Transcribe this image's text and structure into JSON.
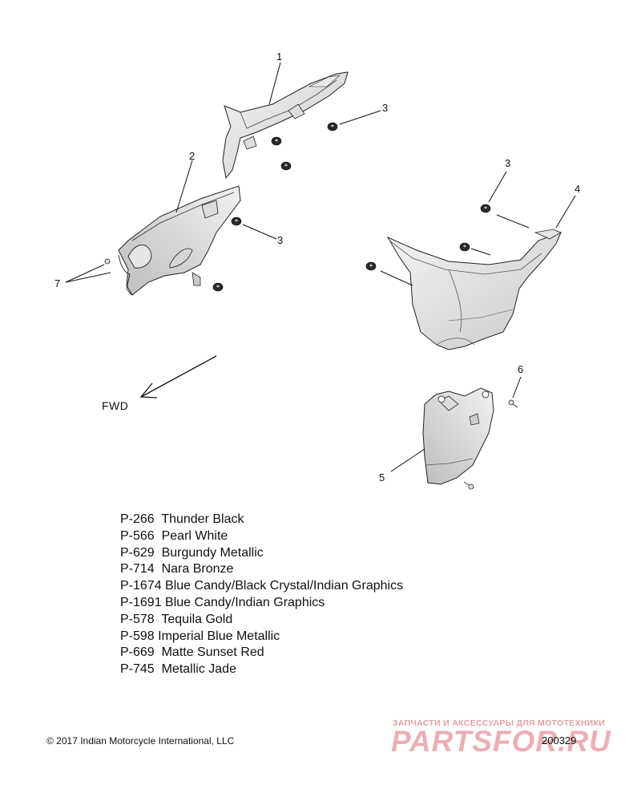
{
  "callouts": [
    "1",
    "2",
    "3",
    "3",
    "3",
    "4",
    "5",
    "6",
    "7"
  ],
  "direction_label": "FWD",
  "paint_codes": [
    {
      "code": "P-266",
      "name": "Thunder Black"
    },
    {
      "code": "P-566",
      "name": "Pearl White"
    },
    {
      "code": "P-629",
      "name": "Burgundy Metallic"
    },
    {
      "code": "P-714",
      "name": "Nara Bronze"
    },
    {
      "code": "P-1674",
      "name": "Blue Candy/Black Crystal/Indian Graphics"
    },
    {
      "code": "P-1691",
      "name": "Blue Candy/Indian Graphics"
    },
    {
      "code": "P-578",
      "name": "Tequila Gold"
    },
    {
      "code": "P-598",
      "name": "Imperial Blue Metallic"
    },
    {
      "code": "P-669",
      "name": "Matte Sunset Red"
    },
    {
      "code": "P-745",
      "name": "Metallic Jade"
    }
  ],
  "copyright": "© 2017 Indian Motorcycle International, LLC",
  "watermark": {
    "tagline": "ЗАПЧАСТИ И АКСЕССУАРЫ ДЛЯ МОТОТЕХНИКИ",
    "brand": "PARTSFOR.RU",
    "color": "#e8a1a8"
  },
  "document_number": "200329"
}
